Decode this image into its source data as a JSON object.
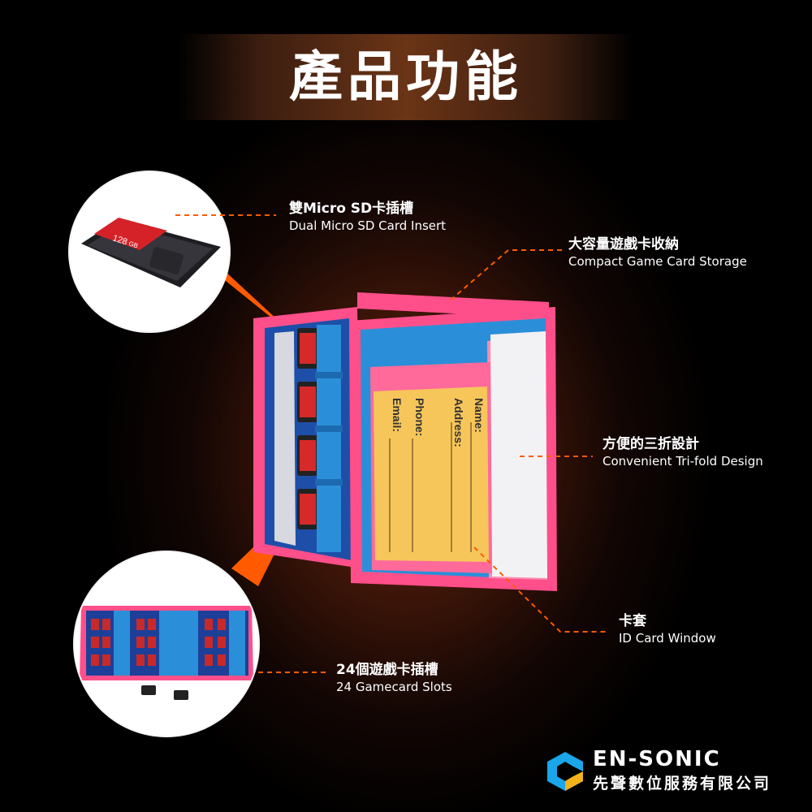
{
  "title": "產品功能",
  "features": {
    "sd": {
      "zh": "雙Micro SD卡插槽",
      "en": "Dual Micro SD Card Insert"
    },
    "storage": {
      "zh": "大容量遊戲卡收納",
      "en": "Compact Game Card Storage"
    },
    "trifold": {
      "zh": "方便的三折設計",
      "en": "Convenient Tri-fold Design"
    },
    "idcard": {
      "zh": "卡套",
      "en": "ID Card Window"
    },
    "slots": {
      "zh": "24個遊戲卡插槽",
      "en": "24 Gamecard Slots"
    }
  },
  "card_form": {
    "name": "Name:",
    "address": "Address:",
    "phone": "Phone:",
    "email": "Email:"
  },
  "sd_card": {
    "capacity": "128",
    "unit": "GB"
  },
  "brand": {
    "name": "EN-SONIC",
    "company": "先聲數位服務有限公司"
  },
  "colors": {
    "accent": "#ff5a00",
    "case_pink": "#ff4f8b",
    "case_blue": "#2a8fd8"
  }
}
